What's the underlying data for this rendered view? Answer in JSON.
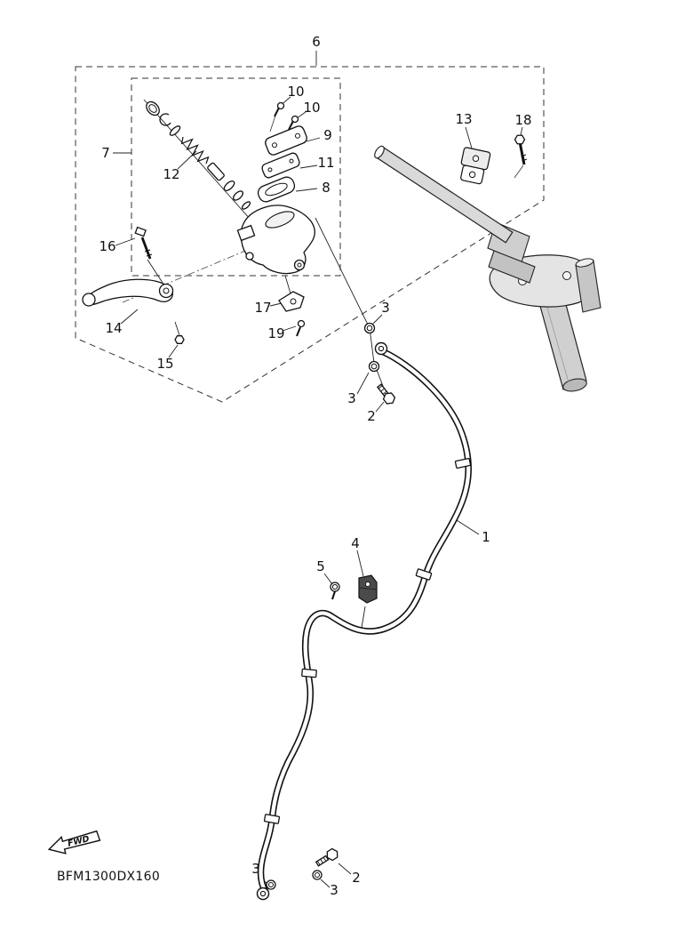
{
  "diagram": {
    "code": "BFM1300DX160",
    "fwd_label": "FWD"
  },
  "callouts": [
    {
      "label": "6"
    },
    {
      "label": "7"
    },
    {
      "label": "10"
    },
    {
      "label": "10"
    },
    {
      "label": "9"
    },
    {
      "label": "11"
    },
    {
      "label": "8"
    },
    {
      "label": "12"
    },
    {
      "label": "16"
    },
    {
      "label": "14"
    },
    {
      "label": "15"
    },
    {
      "label": "17"
    },
    {
      "label": "19"
    },
    {
      "label": "13"
    },
    {
      "label": "18"
    },
    {
      "label": "3"
    },
    {
      "label": "3"
    },
    {
      "label": "2"
    },
    {
      "label": "1"
    },
    {
      "label": "4"
    },
    {
      "label": "5"
    },
    {
      "label": "3"
    },
    {
      "label": "2"
    },
    {
      "label": "3"
    }
  ]
}
